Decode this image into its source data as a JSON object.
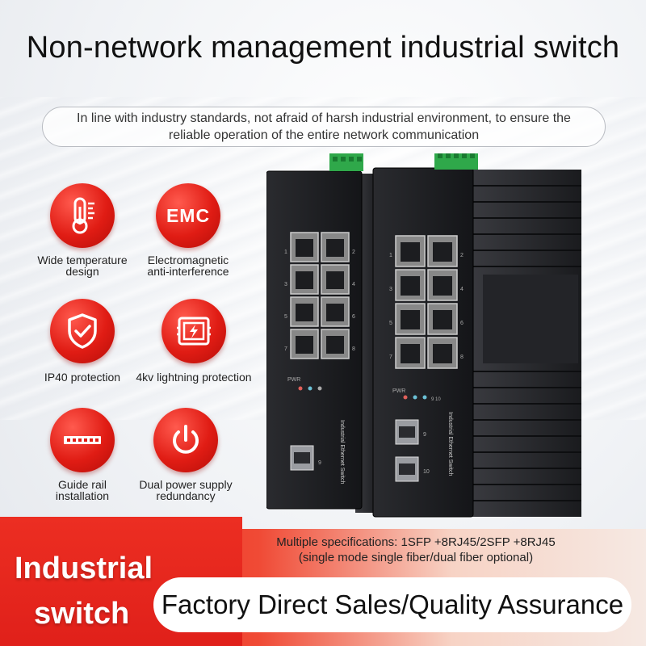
{
  "title": "Non-network management industrial switch",
  "subtitle": "In line with industry standards, not afraid of harsh industrial environment, to ensure the reliable operation of the entire network communication",
  "features": [
    {
      "icon": "thermometer-icon",
      "line1": "Wide temperature",
      "line2": "design"
    },
    {
      "icon": "emc-icon",
      "icon_text": "EMC",
      "line1": "Electromagnetic",
      "line2": "anti-interference"
    },
    {
      "icon": "shield-check-icon",
      "line1": "IP40 protection",
      "line2": ""
    },
    {
      "icon": "lightning-icon",
      "line1": "4kv lightning protection",
      "line2": ""
    },
    {
      "icon": "guide-rail-icon",
      "line1": "Guide rail",
      "line2": "installation"
    },
    {
      "icon": "power-icon",
      "line1": "Dual power supply",
      "line2": "redundancy"
    }
  ],
  "device": {
    "label": "Industrial Ethernet Switch",
    "pwr": "PWR",
    "port_numbers_left": [
      "1",
      "3",
      "5",
      "7"
    ],
    "port_numbers_right": [
      "2",
      "4",
      "6",
      "8"
    ],
    "sfp_left": [
      "9"
    ],
    "sfp_right": [
      "9",
      "10"
    ],
    "led_extra_right": "9 10"
  },
  "spec": {
    "line1": "Multiple specifications: 1SFP +8RJ45/2SFP +8RJ45",
    "line2": "(single mode single fiber/dual fiber optional)"
  },
  "banner": {
    "line1": "Industrial",
    "line2": "switch"
  },
  "slogan": "Factory Direct Sales/Quality Assurance",
  "colors": {
    "accent_red": "#e01c14",
    "device_body": "#1c1d20",
    "terminal_green": "#2fa84a"
  }
}
